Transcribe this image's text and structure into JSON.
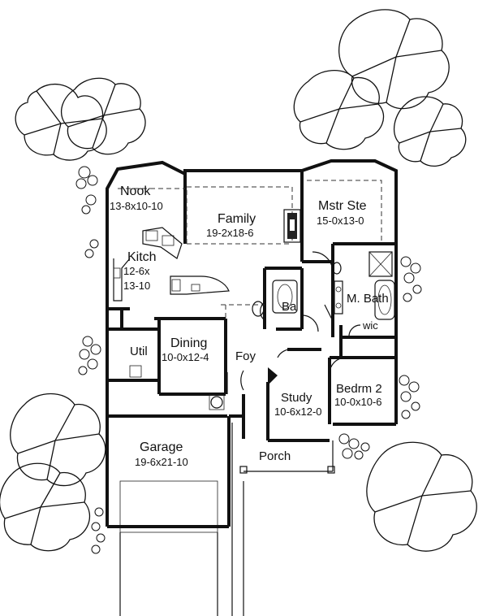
{
  "rooms": {
    "nook": {
      "name": "Nook",
      "dims": "13-8x10-10"
    },
    "kitchen": {
      "name": "Kitch",
      "dims1": "12-6x",
      "dims2": "13-10"
    },
    "family": {
      "name": "Family",
      "dims": "19-2x18-6"
    },
    "master": {
      "name": "Mstr Ste",
      "dims": "15-0x13-0"
    },
    "bath": {
      "name": "Ba"
    },
    "mbath": {
      "name": "M. Bath"
    },
    "wic": {
      "name": "wic"
    },
    "util": {
      "name": "Util"
    },
    "dining": {
      "name": "Dining",
      "dims": "10-0x12-4"
    },
    "foyer": {
      "name": "Foy"
    },
    "study": {
      "name": "Study",
      "dims": "10-6x12-0"
    },
    "bedroom2": {
      "name": "Bedrm 2",
      "dims": "10-0x10-6"
    },
    "garage": {
      "name": "Garage",
      "dims": "19-6x21-10"
    },
    "porch": {
      "name": "Porch"
    }
  }
}
